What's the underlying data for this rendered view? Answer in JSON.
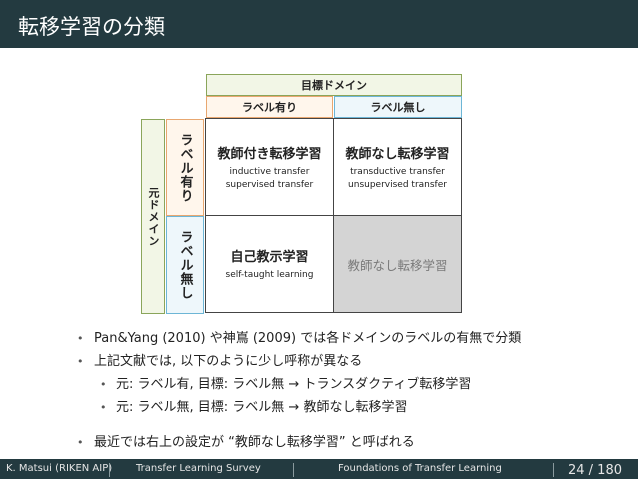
{
  "slide": {
    "title": "転移学習の分類"
  },
  "table": {
    "target_header": "目標ドメイン",
    "target_labeled": "ラベル有り",
    "target_unlabeled": "ラベル無し",
    "source_header": "元ドメイン",
    "source_labeled": "ラベル有り",
    "source_unlabeled": "ラベル無し",
    "cells": {
      "ll_main": "教師付き転移学習",
      "ll_sub1": "inductive transfer",
      "ll_sub2": "supervised transfer",
      "lu_main": "教師なし転移学習",
      "lu_sub1": "transductive transfer",
      "lu_sub2": "unsupervised transfer",
      "ul_main": "自己教示学習",
      "ul_sub1": "self-taught learning",
      "uu_main": "教師なし転移学習"
    }
  },
  "bullets": {
    "b1": "Pan&Yang (2010) や神嶌 (2009) では各ドメインのラベルの有無で分類",
    "b2": "上記文献では, 以下のように少し呼称が異なる",
    "b2_sub1": "元: ラベル有, 目標: ラベル無 → トランスダクティブ転移学習",
    "b2_sub2": "元: ラベル無, 目標: ラベル無 → 教師なし転移学習",
    "b3": "最近では右上の設定が “教師なし転移学習” と呼ばれる"
  },
  "footer": {
    "author": "K. Matsui (RIKEN AIP)",
    "short_title": "Transfer Learning Survey",
    "section": "Foundations of Transfer Learning",
    "page": "24 / 180"
  }
}
